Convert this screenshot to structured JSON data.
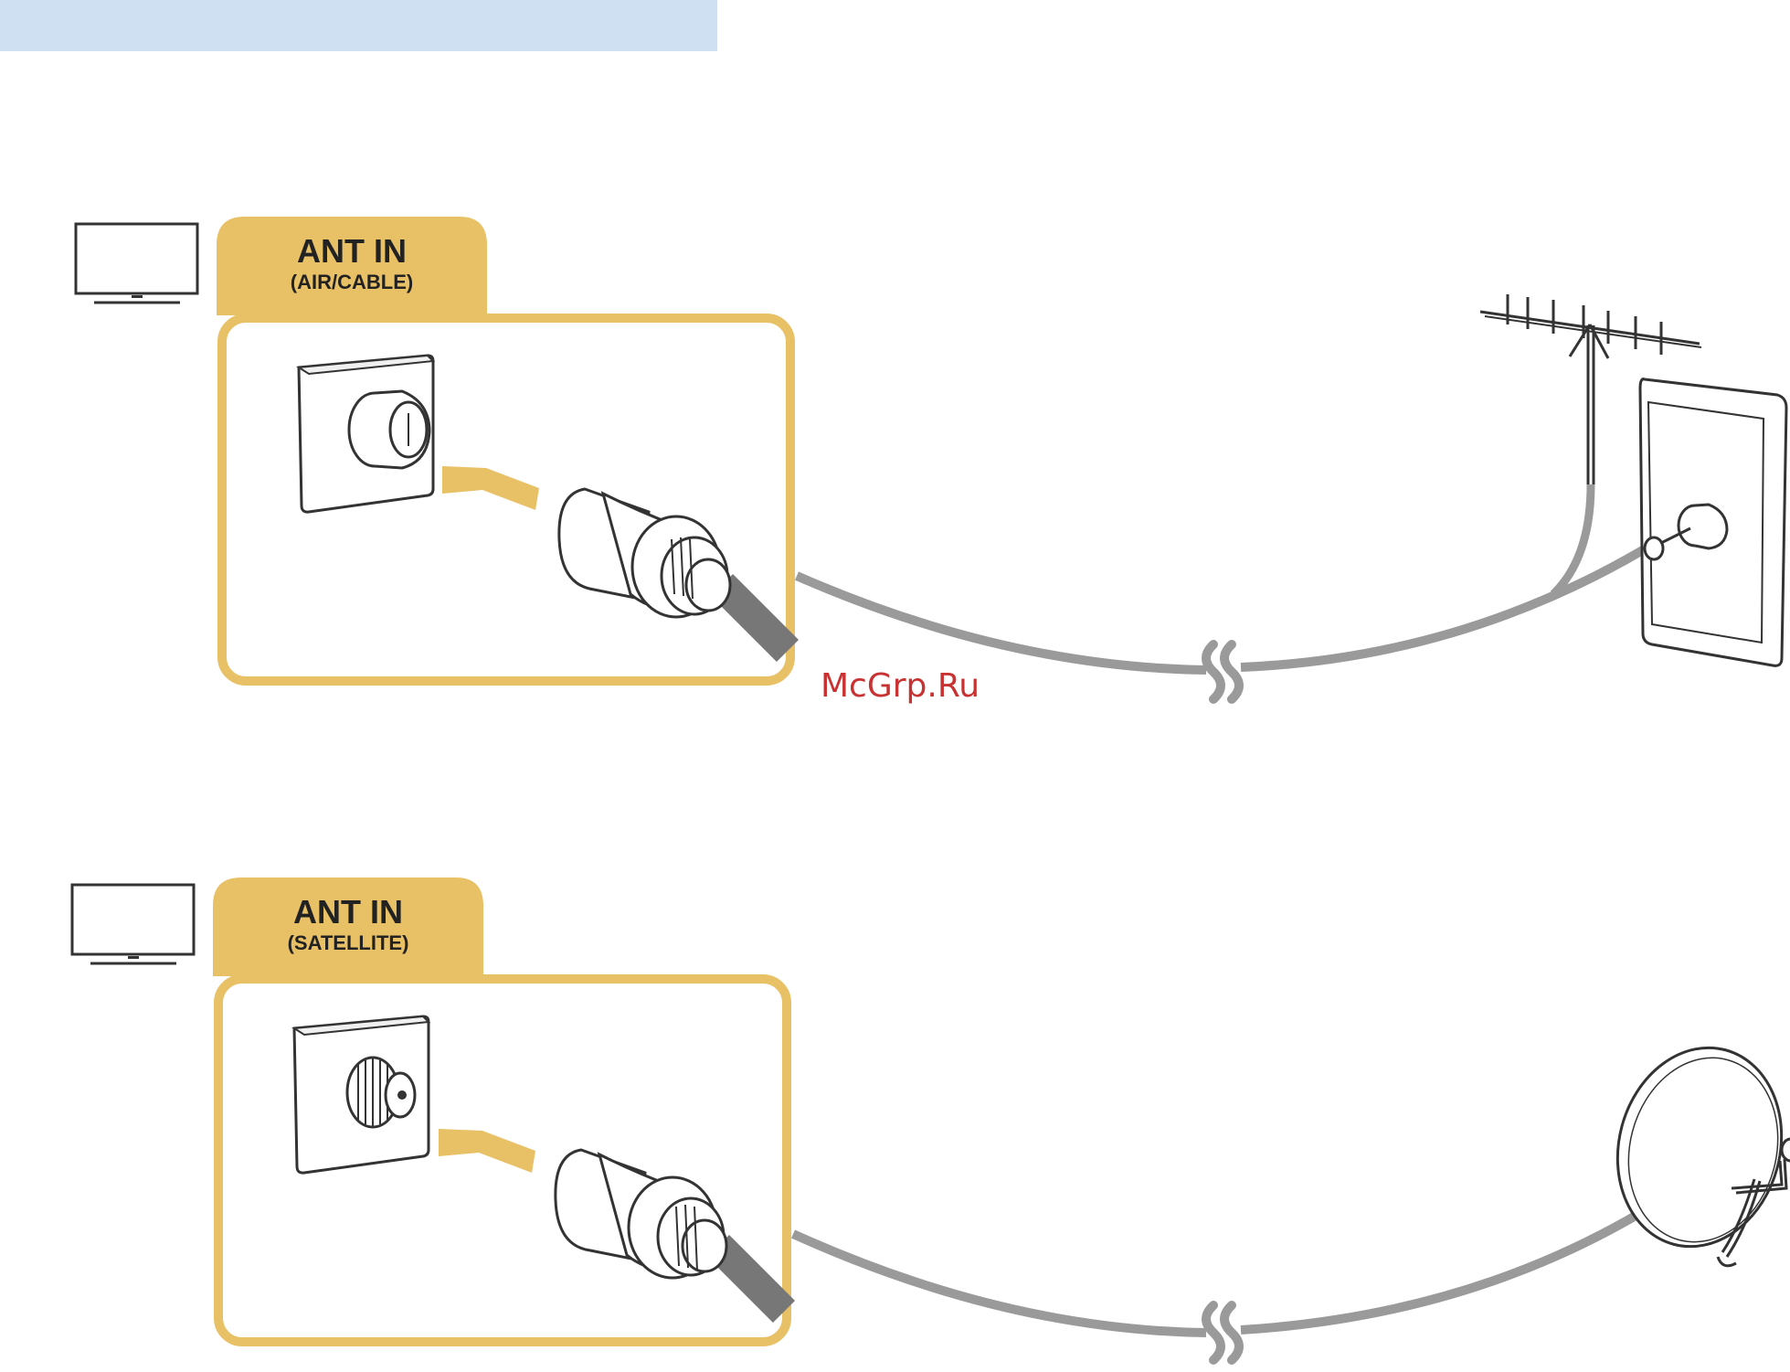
{
  "colors": {
    "top_bar": "#cfe0f3",
    "accent": "#e8c066",
    "cable": "#9a9a9a",
    "outline": "#333333",
    "watermark": "#c83232"
  },
  "panels": [
    {
      "title": "ANT IN",
      "subtitle": "(AIR/CABLE)",
      "tv_icon": "tv-icon",
      "source_icon": "antenna-wall-plate-icon"
    },
    {
      "title": "ANT IN",
      "subtitle": "(SATELLITE)",
      "tv_icon": "tv-icon",
      "source_icon": "satellite-dish-icon"
    }
  ],
  "watermark": "McGrp.Ru"
}
